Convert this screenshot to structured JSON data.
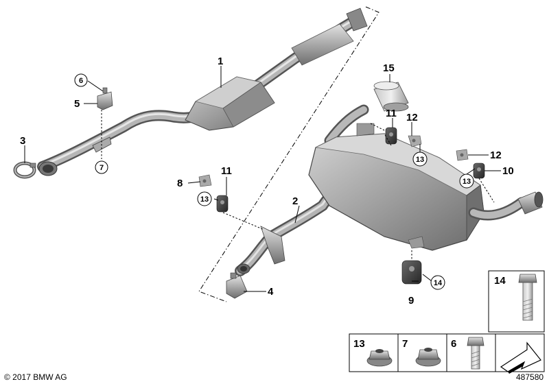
{
  "callouts": {
    "c1": "1",
    "c2": "2",
    "c3": "3",
    "c4": "4",
    "c5": "5",
    "c6": "6",
    "c7": "7",
    "c8": "8",
    "c9": "9",
    "c10": "10",
    "c11a": "11",
    "c11b": "11",
    "c12a": "12",
    "c12b": "12",
    "c13a": "13",
    "c13b": "13",
    "c13c": "13",
    "c14": "14",
    "c15": "15"
  },
  "legend": {
    "l14": "14",
    "l13": "13",
    "l7": "7",
    "l6": "6"
  },
  "footer": {
    "copyright": "© 2017 BMW AG",
    "diagram_number": "487580"
  }
}
